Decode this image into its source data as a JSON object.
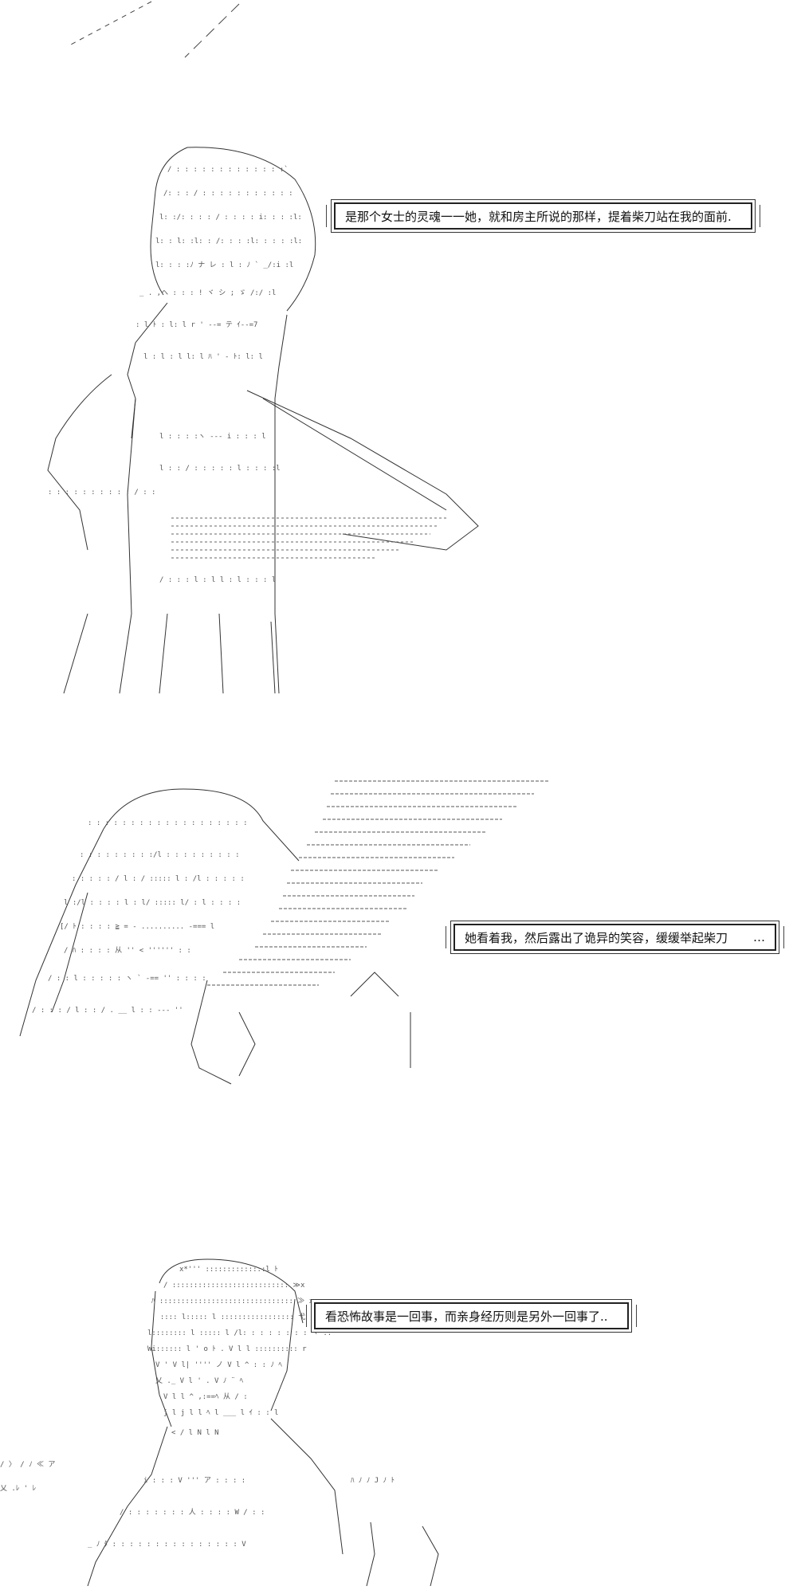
{
  "scenes": [
    {
      "caption": "是那个女士的灵魂一一她，就和房主所说的那样，提着柴刀站在我的面前."
    },
    {
      "caption": "她看着我，然后露出了诡异的笑容，缓缓举起柴刀",
      "ellipsis": "…"
    },
    {
      "caption": "看恐怖故事是一回事，而亲身经历则是另外一回事了.."
    }
  ]
}
